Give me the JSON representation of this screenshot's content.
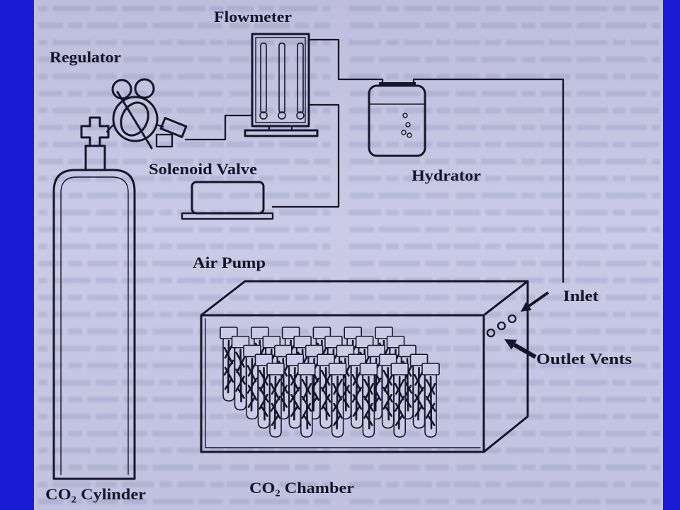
{
  "labels": {
    "flowmeter": "Flowmeter",
    "regulator": "Regulator",
    "solenoid_valve": "Solenoid Valve",
    "hydrator": "Hydrator",
    "air_pump": "Air Pump",
    "inlet": "Inlet",
    "outlet_vents": "Outlet Vents",
    "co2_cylinder": "CO₂ Cylinder",
    "co2_chamber": "CO₂ Chamber"
  },
  "colors": {
    "slide_border": "#1c1cd6",
    "paper": "#cbcbe8",
    "ink": "#16162a"
  }
}
